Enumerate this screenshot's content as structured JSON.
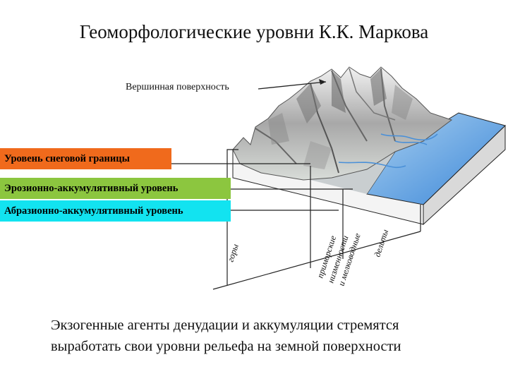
{
  "title": "Геоморфологические уровни К.К. Маркова",
  "peak_label": "Вершинная поверхность",
  "levels": [
    {
      "label": "Уровень снеговой границы",
      "color": "#f06a1c"
    },
    {
      "label": "Эрозионно-аккумулятивный уровень",
      "color": "#8cc63f"
    },
    {
      "label": "Абразионно-аккумулятивный уровень",
      "color": "#12e3f0"
    }
  ],
  "zones": {
    "mountains": "горы",
    "lowlands_line1": "приморские",
    "lowlands_line2": "низменности",
    "lowlands_line3": "и мелководные",
    "lowlands_line4": "дельты"
  },
  "caption": {
    "line1": "Экзогенные агенты денудации и аккумуляции стремятся",
    "line2": "выработать свои уровни рельефа на земной поверхности"
  },
  "colors": {
    "sea": "#3d8fdc",
    "sea_light": "#9cc8ee",
    "mountain_dark": "#6b6b6b",
    "mountain_light": "#e8e8e8"
  }
}
